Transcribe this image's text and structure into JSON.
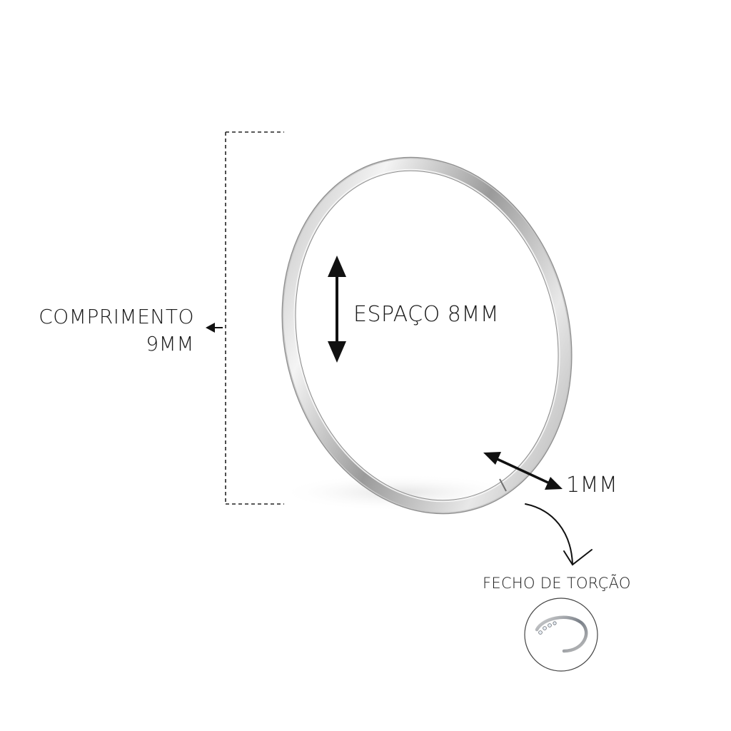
{
  "labels": {
    "length_title": "COMPRIMENTO",
    "length_value": "9MM",
    "inner_gap": "ESPAÇO 8MM",
    "thickness": "1MM",
    "clasp": "FECHO DE TORÇÃO"
  },
  "colors": {
    "background": "#ffffff",
    "text": "#1a1a1a",
    "metal_dark": "#8c8c8c",
    "metal_light": "#f2f2f2"
  },
  "icons": {
    "vertical_arrow": "double-arrow-vertical-icon",
    "diagonal_arrow": "double-arrow-diagonal-icon",
    "curved_arrow": "curved-arrow-down-icon",
    "left_arrow": "arrow-left-icon"
  }
}
